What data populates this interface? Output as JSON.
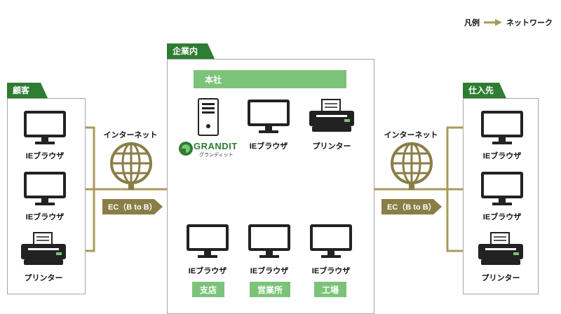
{
  "legend": {
    "title": "凡例",
    "item": "ネットワーク"
  },
  "customer": {
    "title": "顧客",
    "items": [
      "IEブラウザ",
      "IEブラウザ",
      "プリンター"
    ]
  },
  "enterprise": {
    "title": "企業内",
    "head_office": "本社",
    "server_logo": "GRANDIT",
    "server_logo_sub": "グランディット",
    "head_items": [
      "IEブラウザ",
      "プリンター"
    ],
    "branch_items": [
      "IEブラウザ",
      "IEブラウザ",
      "IEブラウザ"
    ],
    "branches": [
      "支店",
      "営業所",
      "工場"
    ]
  },
  "supplier": {
    "title": "仕入先",
    "items": [
      "IEブラウザ",
      "IEブラウザ",
      "プリンター"
    ]
  },
  "internet_left": {
    "label": "インターネット",
    "ec": "EC（B to B）"
  },
  "internet_right": {
    "label": "インターネット",
    "ec": "EC（B to B）"
  },
  "colors": {
    "green": "#2e7d32",
    "light_green": "#7cc37a",
    "line": "#a89a5b",
    "arrow": "#8a7d46"
  }
}
